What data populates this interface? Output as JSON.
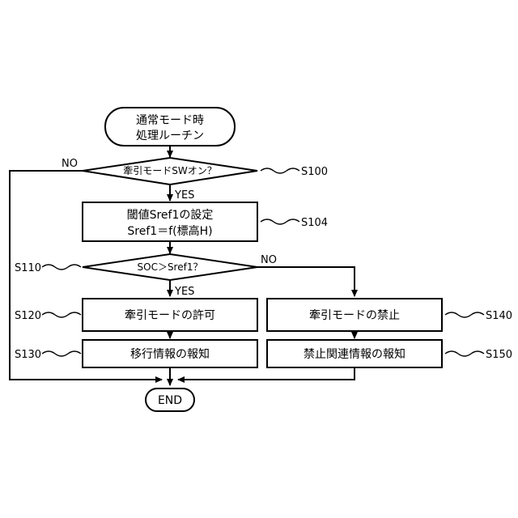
{
  "flowchart": {
    "start": {
      "line1": "通常モード時",
      "line2": "処理ルーチン"
    },
    "s100": {
      "text": "牽引モードSWオン？",
      "step": "S100"
    },
    "s104": {
      "line1": "閾値Sref1の設定",
      "line2": "Sref1＝f(標高H)",
      "step": "S104"
    },
    "s110": {
      "text": "SOC＞Sref1？",
      "step": "S110"
    },
    "s120": {
      "text": "牽引モードの許可",
      "step": "S120"
    },
    "s130": {
      "text": "移行情報の報知",
      "step": "S130"
    },
    "s140": {
      "text": "牽引モードの禁止",
      "step": "S140"
    },
    "s150": {
      "text": "禁止関連情報の報知",
      "step": "S150"
    },
    "end": {
      "text": "END"
    },
    "labels": {
      "yes": "YES",
      "no": "NO"
    }
  }
}
